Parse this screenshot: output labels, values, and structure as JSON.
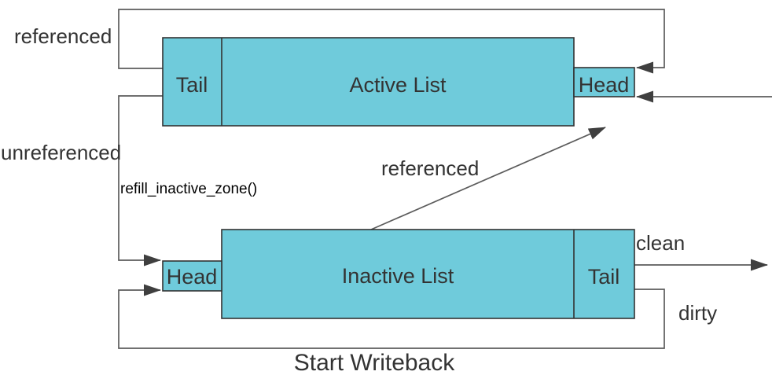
{
  "diagram": {
    "nodes": {
      "active_list": {
        "label": "Active List",
        "tail_label": "Tail",
        "head_label": "Head"
      },
      "inactive_list": {
        "label": "Inactive List",
        "head_label": "Head",
        "tail_label": "Tail"
      }
    },
    "labels": {
      "referenced_top": "referenced",
      "unreferenced": "unreferenced",
      "refill_function": "refill_inactive_zone()",
      "referenced_promote": "referenced",
      "clean": "clean",
      "dirty": "dirty",
      "start_writeback": "Start Writeback"
    },
    "colors": {
      "node_fill": "#6FCBDB",
      "node_border": "#333333",
      "connector": "#5C5C5C",
      "arrowhead": "#3F3F3F",
      "text": "#333333",
      "background": "#FFFFFF"
    }
  }
}
